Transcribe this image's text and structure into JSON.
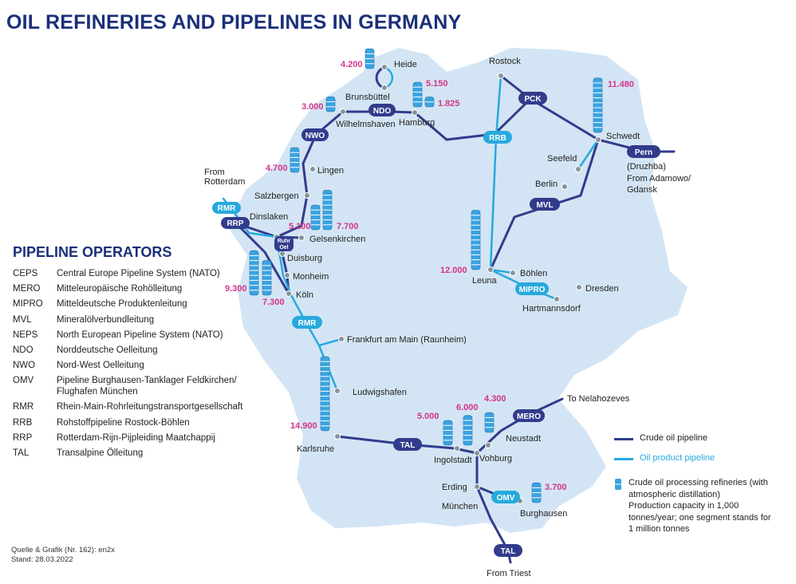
{
  "title": "OIL REFINERIES AND PIPELINES IN GERMANY",
  "colors": {
    "land": "#d3e5f4",
    "crude": "#323c8c",
    "product": "#27a9dd",
    "refinery": "#3aa3e0",
    "capacity": "#d6338a",
    "city": "#8a9399",
    "title": "#1b2f7a"
  },
  "cities": {
    "heide": "Heide",
    "brunsbuettel": "Brunsbüttel",
    "wilhelmshaven": "Wilhelmshaven",
    "hamburg": "Hamburg",
    "rostock": "Rostock",
    "schwedt": "Schwedt",
    "seefeld": "Seefeld",
    "berlin": "Berlin",
    "lingen": "Lingen",
    "salzbergen": "Salzbergen",
    "dinslaken": "Dinslaken",
    "gelsenkirchen": "Gelsenkirchen",
    "duisburg": "Duisburg",
    "monheim": "Monheim",
    "koeln": "Köln",
    "leuna": "Leuna",
    "boehlen": "Böhlen",
    "hartmannsdorf": "Hartmannsdorf",
    "dresden": "Dresden",
    "frankfurt": "Frankfurt am Main (Raunheim)",
    "ludwigshafen": "Ludwigshafen",
    "karlsruhe": "Karlsruhe",
    "ingolstadt": "Ingolstadt",
    "vohburg": "Vohburg",
    "neustadt": "Neustadt",
    "erding": "Erding",
    "muenchen": "München",
    "burghausen": "Burghausen"
  },
  "origins": {
    "rotterdam_1": "From",
    "rotterdam_2": "Rotterdam",
    "druzhba": "(Druzhba)",
    "adamowo_1": "From Adamowo/",
    "adamowo_2": "Gdansk",
    "nelahozeves": "To Nelahozeves",
    "triest": "From Triest"
  },
  "pipeline_tags": {
    "ndo": "NDO",
    "nwo": "NWO",
    "pck": "PCK",
    "rrb": "RRB",
    "pern": "Pern",
    "mvl": "MVL",
    "rmr_north": "RMR",
    "rrp": "RRP",
    "ruhr_1": "Ruhr",
    "ruhr_2": "Oel",
    "mipro": "MIPRO",
    "rmr_south": "RMR",
    "mero": "MERO",
    "tal_west": "TAL",
    "omv": "OMV",
    "tal_south": "TAL"
  },
  "capacities": {
    "heide": "4.200",
    "brunsbuettel": "3.000",
    "hamburg_a": "5.150",
    "hamburg_b": "1.825",
    "schwedt": "11.480",
    "lingen": "4.700",
    "gelsenkirchen_a": "5.100",
    "gelsenkirchen_b": "7.700",
    "koeln_a": "9.300",
    "koeln_b": "7.300",
    "leuna": "12.000",
    "karlsruhe": "14.900",
    "ingolstadt": "5.000",
    "vohburg": "6.000",
    "neustadt": "4.300",
    "burghausen": "3.700"
  },
  "refinery_segments": {
    "heide": 4,
    "brunsbuettel": 3,
    "hamburg_a": 5,
    "hamburg_b": 2,
    "schwedt": 11,
    "lingen": 5,
    "gelsenkirchen_a": 5,
    "gelsenkirchen_b": 8,
    "koeln_a": 9,
    "koeln_b": 7,
    "leuna": 12,
    "karlsruhe": 15,
    "ingolstadt": 5,
    "vohburg": 6,
    "neustadt": 4,
    "burghausen": 4
  },
  "operators_title": "PIPELINE OPERATORS",
  "operators": [
    {
      "abbr": "CEPS",
      "name": "Central Europe Pipeline System (NATO)"
    },
    {
      "abbr": "MERO",
      "name": "Mitteleuropäische Rohölleitung"
    },
    {
      "abbr": "MIPRO",
      "name": "Mitteldeutsche Produktenleitung"
    },
    {
      "abbr": "MVL",
      "name": "Mineralölverbundleitung"
    },
    {
      "abbr": "NEPS",
      "name": "North European Pipeline System (NATO)"
    },
    {
      "abbr": "NDO",
      "name": "Norddeutsche Oelleitung"
    },
    {
      "abbr": "NWO",
      "name": "Nord-West Oelleitung"
    },
    {
      "abbr": "OMV",
      "name": "Pipeline Burghausen-Tanklager Feldkirchen/",
      "name2": "Flughafen München"
    },
    {
      "abbr": "RMR",
      "name": "Rhein-Main-Rohrleitungstransportgesellschaft"
    },
    {
      "abbr": "RRB",
      "name": "Rohstoffpipeline Rostock-Böhlen"
    },
    {
      "abbr": "RRP",
      "name": "Rotterdam-Rijn-Pijpleiding Maatchappij"
    },
    {
      "abbr": "TAL",
      "name": "Transalpine Ölleitung"
    }
  ],
  "legend": {
    "crude": "Crude oil pipeline",
    "product": "Oil product pipeline",
    "refinery_1": "Crude oil processing refineries (with",
    "refinery_2": "atmospheric distillation)",
    "refinery_3": "Production capacity in 1,000",
    "refinery_4": "tonnes/year; one segment stands for",
    "refinery_5": "1 million tonnes"
  },
  "source": {
    "line1": "Quelle & Grafik (Nr. 162): en2x",
    "line2": "Stand: 28.03.2022"
  }
}
